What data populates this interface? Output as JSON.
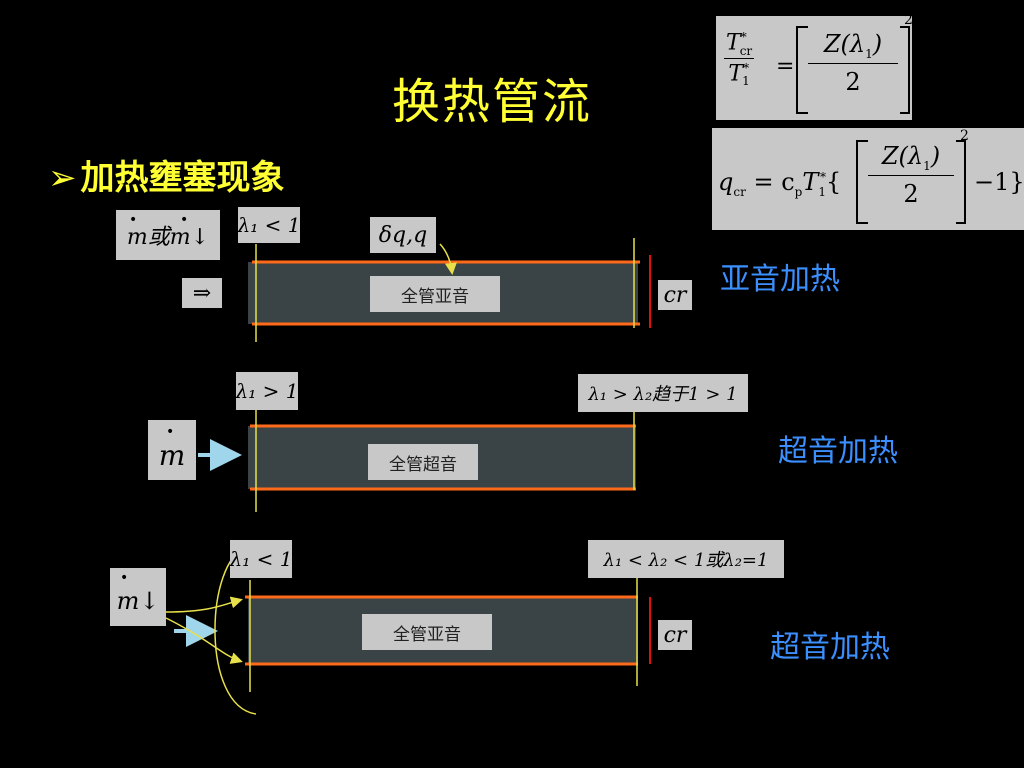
{
  "title": "换热管流",
  "bullet": {
    "marker": "➢",
    "text": "加热壅塞现象"
  },
  "formula1": {
    "lhs_num": "T",
    "lhs_num_sup": "*",
    "lhs_num_sub": "cr",
    "lhs_den": "T",
    "lhs_den_sup": "*",
    "lhs_den_sub": "1",
    "num": "Z(λ",
    "num_sub": "1",
    "num_end": ")",
    "den": "2",
    "power": "2"
  },
  "formula2": {
    "lhs": "q",
    "lhs_sub": "cr",
    "mid": "= c",
    "mid_sub": "p",
    "T": "T",
    "T_sub": "1",
    "T_sup": "*",
    "brace_open": "{",
    "num": "Z(λ",
    "num_sub": "1",
    "num_end": ")",
    "den": "2",
    "power": "2",
    "tail": "−1}"
  },
  "case1": {
    "flow_label": "m或m↓",
    "arrow": "⇒",
    "lambda": "λ₁ < 1",
    "heat": "δq,q",
    "pipe_label": "全管亚音",
    "cr": "cr",
    "result": "亚音加热"
  },
  "case2": {
    "flow_label": "m",
    "lambda_in": "λ₁ > 1",
    "lambda_out": "λ₁ > λ₂趋于1 > 1",
    "pipe_label": "全管超音",
    "result": "超音加热"
  },
  "case3": {
    "flow_label": "m↓",
    "lambda_in": "λ₁ < 1",
    "lambda_out": "λ₁ < λ₂ < 1或λ₂=1",
    "pipe_label": "全管亚音",
    "cr": "cr",
    "result": "超音加热"
  },
  "colors": {
    "title": "#ffff33",
    "pipe_fill": "#3a4346",
    "pipe_edge": "#ff6a1a",
    "cr_line": "#e01010",
    "yellow_line": "#e8e04a",
    "result_text": "#3b8fff",
    "flow_arrow": "#9fd6ec"
  }
}
